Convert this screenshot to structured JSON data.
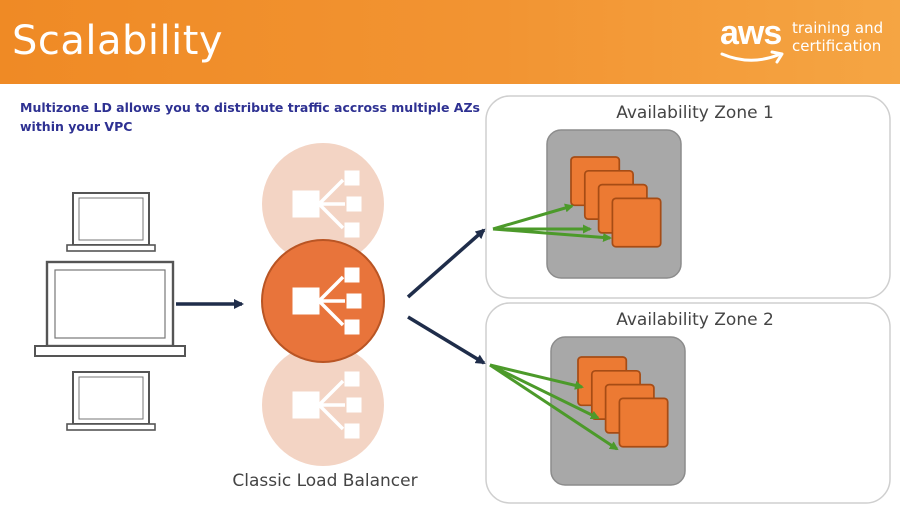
{
  "slide": {
    "title": "Scalability",
    "subtitle": "Multizone LD allows you to distribute traffic accross multiple AZs within your VPC"
  },
  "brand": {
    "logo_text": "aws",
    "tagline_line1": "training and",
    "tagline_line2": "certification"
  },
  "diagram": {
    "load_balancer_label": "Classic Load Balancer",
    "zones": [
      {
        "label": "Availability Zone 1"
      },
      {
        "label": "Availability Zone 2"
      }
    ],
    "client_icons": [
      "laptop-icon",
      "laptop-icon",
      "laptop-icon"
    ],
    "colors": {
      "header_orange": "#f29432",
      "subtitle_blue": "#2e3192",
      "lb_orange": "#e8743b",
      "lb_faded": "#f3d4c4",
      "instance_orange": "#ec7a33",
      "server_gray": "#a8a8a8",
      "arrow_navy": "#1f2d4a",
      "arrow_green": "#4c9a2a",
      "zone_border": "#cfcfcf"
    }
  }
}
